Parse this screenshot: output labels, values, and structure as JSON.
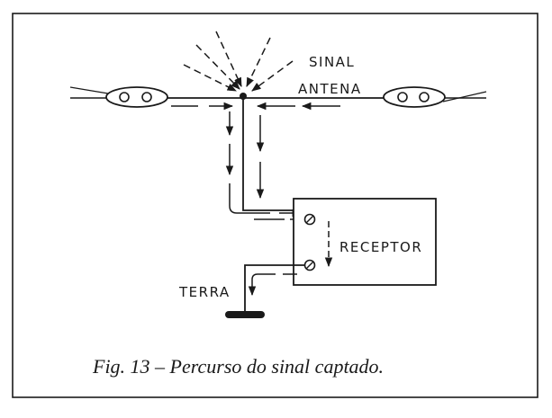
{
  "labels": {
    "sinal": "SINAL",
    "antena": "ANTENA",
    "receptor": "RECEPTOR",
    "terra": "TERRA"
  },
  "caption": "Fig. 13 – Percurso do sinal captado.",
  "colors": {
    "ink": "#1a1a1a",
    "paper": "#ffffff"
  }
}
